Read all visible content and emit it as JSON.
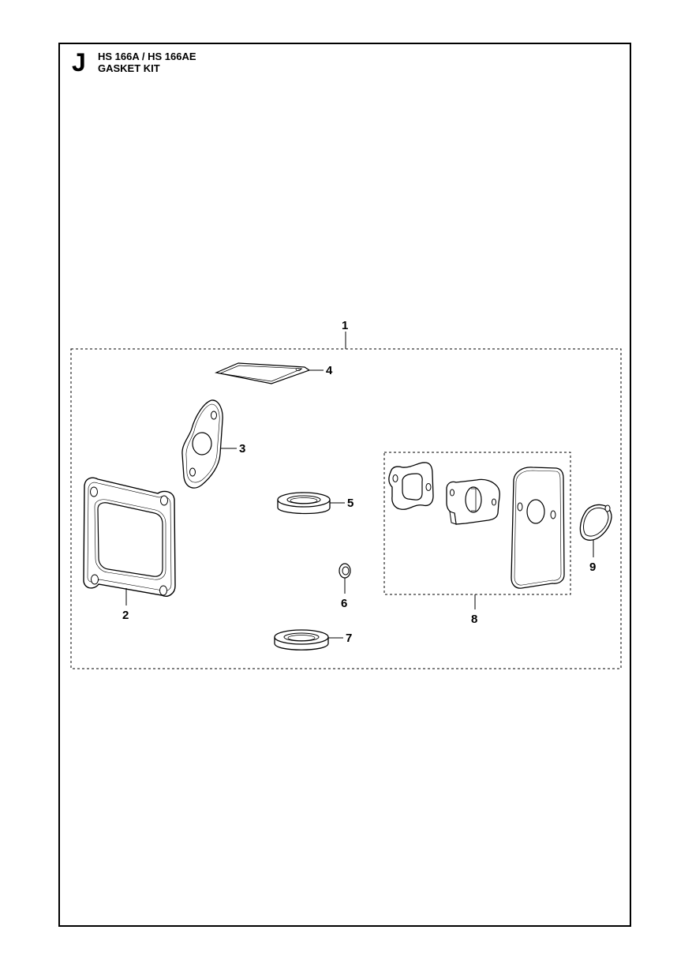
{
  "header": {
    "section_letter": "J",
    "model": "HS 166A / HS 166AE",
    "title": "GASKET KIT"
  },
  "callouts": {
    "c1": "1",
    "c2": "2",
    "c3": "3",
    "c4": "4",
    "c5": "5",
    "c6": "6",
    "c7": "7",
    "c8": "8",
    "c9": "9"
  },
  "colors": {
    "line": "#000000",
    "background": "#ffffff"
  }
}
